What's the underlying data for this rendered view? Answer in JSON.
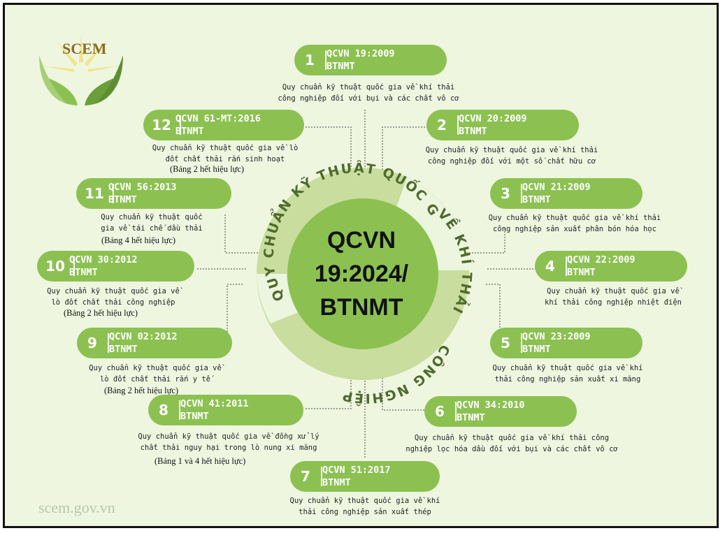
{
  "logo": {
    "text": "SCEM"
  },
  "center": {
    "line1": "QCVN",
    "line2": "19:2024/",
    "line3": "BTNMT"
  },
  "ring": {
    "top_text": "QUY CHUẨN KỸ THUẬT QUỐC GIA",
    "right_text": "VỀ KHÍ THẢI",
    "bottom_text": "CÔNG NGHIỆP"
  },
  "site": "scem.gov.vn",
  "items": [
    {
      "num": "1",
      "code1": "QCVN 19:2009",
      "code2": "BTNMT",
      "desc1": "Quy chuẩn kỹ thuật quốc gia về khí thải",
      "desc2": "công nghiệp đối với bụi và các chất vô cơ",
      "note": ""
    },
    {
      "num": "2",
      "code1": "QCVN 20:2009",
      "code2": "BTNMT",
      "desc1": "Quy chuẩn kỹ thuật quốc gia về khí thải",
      "desc2": "công nghiệp đối với một số chất hữu cơ",
      "note": ""
    },
    {
      "num": "3",
      "code1": "QCVN 21:2009",
      "code2": "BTNMT",
      "desc1": "Quy chuẩn kỹ thuật quốc gia về khí thải",
      "desc2": "công nghiệp sản xuất phân bón hóa học",
      "note": ""
    },
    {
      "num": "4",
      "code1": "QCVN 22:2009",
      "code2": "BTNMT",
      "desc1": "Quy chuẩn kỹ thuật quốc gia về",
      "desc2": "khí thải công nghiệp nhiệt điện",
      "note": ""
    },
    {
      "num": "5",
      "code1": "QCVN 23:2009",
      "code2": "BTNMT",
      "desc1": "Quy chuẩn kỹ thuật quốc gia về khí",
      "desc2": "thải công nghiệp sản xuất xi măng",
      "note": ""
    },
    {
      "num": "6",
      "code1": "QCVN 34:2010",
      "code2": "BTNMT",
      "desc1": "Quy chuẩn kỹ thuật quốc gia về khí thải công",
      "desc2": "nghiệp lọc hóa dầu đối với bụi và các chất vô cơ",
      "note": ""
    },
    {
      "num": "7",
      "code1": "QCVN 51:2017",
      "code2": "BTNMT",
      "desc1": "Quy chuẩn kỹ thuật quốc gia về khí",
      "desc2": "thải công nghiệp sản xuất thép",
      "note": ""
    },
    {
      "num": "8",
      "code1": "QCVN 41:2011",
      "code2": "BTNMT",
      "desc1": "Quy chuẩn kỹ thuật quốc gia về đồng xử lý",
      "desc2": "chất thải nguy hại trong lò nung xi măng",
      "note": "(Bảng 1 và 4 hết hiệu lực)"
    },
    {
      "num": "9",
      "code1": "QCVN 02:2012",
      "code2": "BTNMT",
      "desc1": "Quy chuẩn kỹ thuật quốc gia về",
      "desc2": "lò đốt chất thải rắn y tế",
      "note": "(Bảng 2 hết hiệu lực)"
    },
    {
      "num": "10",
      "code1": "QCVN 30:2012",
      "code2": "BTNMT",
      "desc1": "Quy chuẩn kỹ thuật quốc gia về",
      "desc2": "lò đốt chất thải công nghiệp",
      "note": "(Bảng 2 hết hiệu lực)"
    },
    {
      "num": "11",
      "code1": "QCVN 56:2013",
      "code2": "BTNMT",
      "desc1": "Quy chuẩn kỹ thuật quốc",
      "desc2": "gia về tái chế dầu thải",
      "note": "(Bảng 4 hết hiệu lực)"
    },
    {
      "num": "12",
      "code1": "QCVN 61-MT:2016",
      "code2": "BTNMT",
      "desc1": "Quy chuẩn kỹ thuật quốc gia về lò",
      "desc2": "đốt chất thải rắn sinh hoạt",
      "note": "(Bảng 2 hết hiệu lực)"
    }
  ],
  "colors": {
    "background": "#eef6e0",
    "pill": "#8cc152",
    "ring": "#c8dd9e",
    "core": "#8cc152",
    "ring_text": "#5a6f3a",
    "border": "#111111"
  }
}
